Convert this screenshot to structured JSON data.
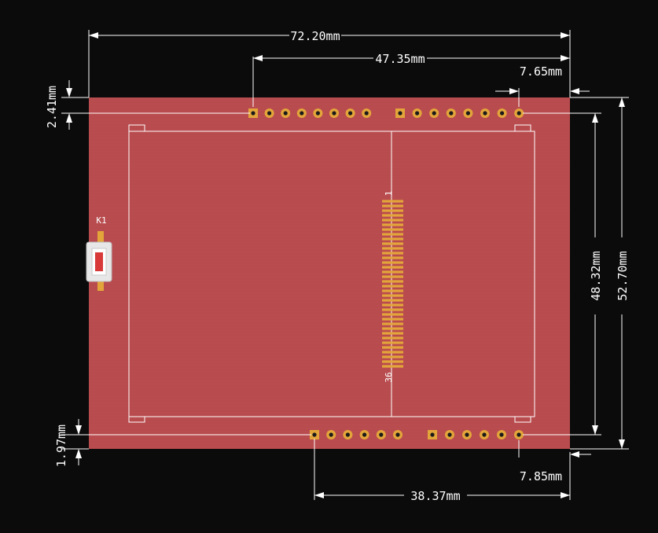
{
  "colors": {
    "background": "#0b0b0b",
    "board": "#b84b4e",
    "pad": "#e3a53a",
    "line": "#ffffff",
    "switch_body": "#e7e7e7",
    "switch_button": "#d83a3a"
  },
  "dimensions": {
    "overall_width": "72.20mm",
    "header_span": "47.35mm",
    "top_right_offset": "7.65mm",
    "top_edge_offset": "2.41mm",
    "inner_height": "48.32mm",
    "overall_height": "52.70mm",
    "bottom_edge_offset": "1.97mm",
    "bottom_right_offset": "7.85mm",
    "bottom_span": "38.37mm"
  },
  "fpc_connector": {
    "first_pin_label": "1",
    "last_pin_label": "36",
    "pin_count": 36
  },
  "switch": {
    "reference": "K1"
  },
  "headers": {
    "top_left_pins": 8,
    "top_right_pins": 8,
    "bottom_left_pins": 6,
    "bottom_right_pins": 6
  }
}
